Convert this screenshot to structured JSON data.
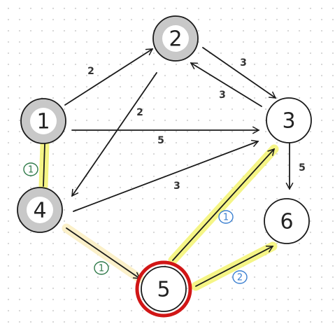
{
  "colors": {
    "node_visited": "#c8c8c8",
    "node_default": "#ffffff",
    "current_ring": "#d11616",
    "highlight_yellow": "#f4f57a",
    "highlight_cream": "#fbefc4",
    "badge_green": "#2f7a49",
    "badge_blue": "#3a7fd0",
    "edge": "#1a1a1a"
  },
  "nodes": [
    {
      "id": "1",
      "label": "1",
      "state": "visited"
    },
    {
      "id": "2",
      "label": "2",
      "state": "visited"
    },
    {
      "id": "3",
      "label": "3",
      "state": "default"
    },
    {
      "id": "4",
      "label": "4",
      "state": "visited"
    },
    {
      "id": "5",
      "label": "5",
      "state": "current"
    },
    {
      "id": "6",
      "label": "6",
      "state": "default"
    }
  ],
  "edges": [
    {
      "from": "1",
      "to": "2",
      "weight": "2",
      "highlight": "none"
    },
    {
      "from": "2",
      "to": "3",
      "weight": "3",
      "highlight": "none"
    },
    {
      "from": "3",
      "to": "2",
      "weight": "3",
      "highlight": "none"
    },
    {
      "from": "2",
      "to": "4",
      "weight": "2",
      "highlight": "none"
    },
    {
      "from": "1",
      "to": "3",
      "weight": "5",
      "highlight": "none"
    },
    {
      "from": "3",
      "to": "6",
      "weight": "5",
      "highlight": "none"
    },
    {
      "from": "4",
      "to": "3",
      "weight": "3",
      "highlight": "none"
    },
    {
      "from": "1",
      "to": "4",
      "weight": "",
      "highlight": "yellow",
      "badge": "1",
      "badge_color": "green"
    },
    {
      "from": "4",
      "to": "5",
      "weight": "",
      "highlight": "cream",
      "badge": "1",
      "badge_color": "green"
    },
    {
      "from": "5",
      "to": "3",
      "weight": "",
      "highlight": "yellow",
      "badge": "1",
      "badge_color": "blue"
    },
    {
      "from": "5",
      "to": "6",
      "weight": "",
      "highlight": "yellow",
      "badge": "2",
      "badge_color": "blue"
    }
  ]
}
